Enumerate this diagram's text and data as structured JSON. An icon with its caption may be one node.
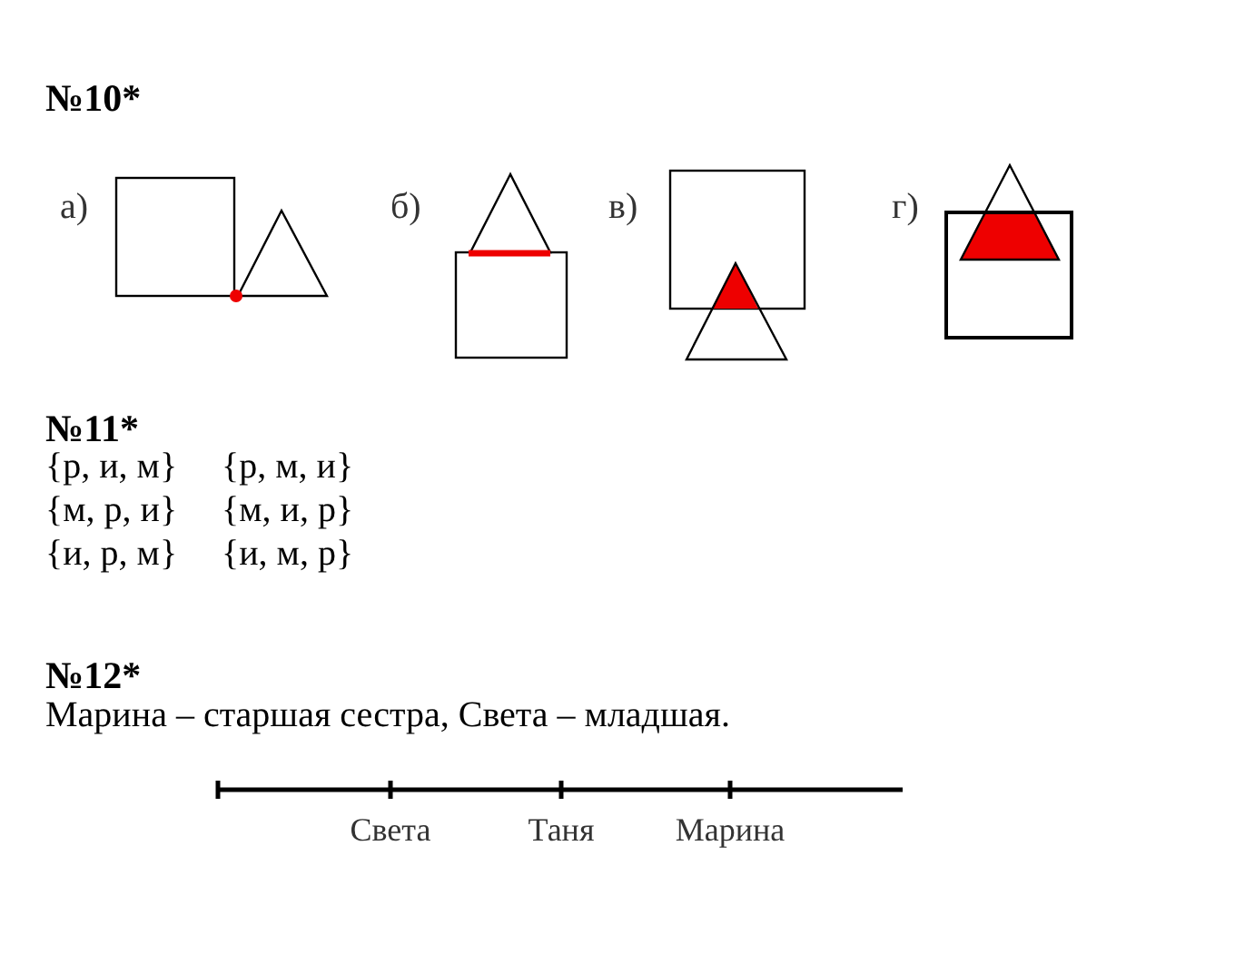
{
  "diagram": {
    "labels": [
      "№10*",
      "а)",
      "б)",
      "в)",
      "г)",
      "№11*",
      "{р, и, м}",
      "{р, м, и}",
      "{м, р, и}",
      "{м, и, р}",
      "{и, р, м}",
      "{и, м, р}",
      "№12*",
      "Марина – старшая сестра, Света – младшая.",
      "Света",
      "Таня",
      "Марина"
    ]
  }
}
